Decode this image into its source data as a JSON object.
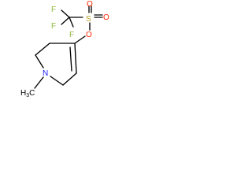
{
  "molecule": {
    "atoms": {
      "f1": "F",
      "f2": "F",
      "f3": "F",
      "s": "S",
      "o1": "O",
      "o2": "O",
      "o_ester": "O",
      "n": "N",
      "methyl_c": "H",
      "methyl_sub": "3",
      "methyl_c2": "C"
    }
  },
  "colors": {
    "bond": "#000000",
    "fluorine": "#8fb83c",
    "sulfur": "#b59a1b",
    "oxygen": "#ff2200",
    "nitrogen": "#1a1aff",
    "carbon": "#000000"
  }
}
